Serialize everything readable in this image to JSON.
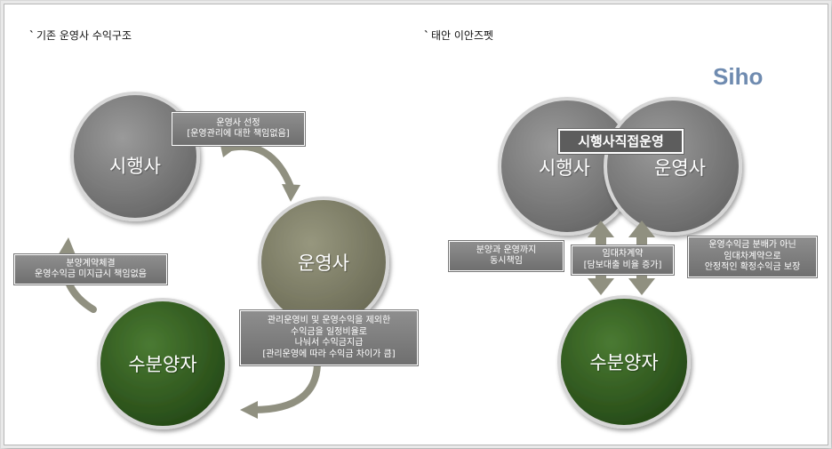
{
  "left_section": {
    "heading_mark": "`",
    "heading": "기존 운영사 수익구조",
    "circles": {
      "developer": "시행사",
      "operator": "운영사",
      "buyer": "수분양자"
    },
    "boxes": {
      "operator_selection": [
        "운영사 선정",
        "[운영관리에 대한 책임없음]"
      ],
      "sale_contract": [
        "분양계약체결",
        "운영수익금 미지급시 책임없음"
      ],
      "revenue_share": [
        "관리운영비 및 운영수익을 제외한",
        "수익금을 일정비율로",
        "나눠서 수익금지급",
        "[관리운영에 따라 수익금 차이가 큼]"
      ]
    }
  },
  "right_section": {
    "heading_mark": "`",
    "heading": "태안 이안즈펫",
    "brand": "Siho",
    "direct_operation": "시행사직접운영",
    "circles": {
      "developer": "시행사",
      "operator": "운영사",
      "buyer": "수분양자"
    },
    "boxes": {
      "sale_to_operation": [
        "분양과 운영까지",
        "동시책임"
      ],
      "lease_contract": [
        "임대차계약",
        "[담보대출 비율 증가]"
      ],
      "stable_income": [
        "운영수익금 분배가 아닌",
        "임대차계약으로",
        "안정적인 확정수익금 보장"
      ]
    }
  },
  "colors": {
    "gray_circle": "#7b7b7b",
    "olive_circle": "#7c7c66",
    "green_circle": "#2f5a1f",
    "arrow": "#909080",
    "brand": "#6f8bb0"
  }
}
